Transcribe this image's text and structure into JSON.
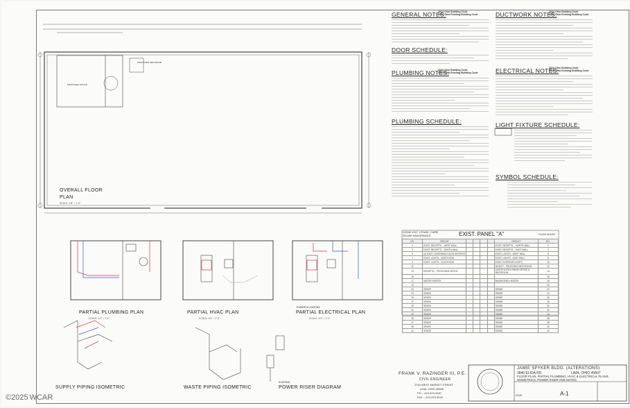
{
  "general_notes": {
    "title": "GENERAL NOTES:",
    "code": "2024 Ohio Building Code\n2024 Ohio Existing Building Code"
  },
  "door_schedule": {
    "title": "DOOR SCHEDULE:"
  },
  "plumbing_notes": {
    "title": "PLUMBING NOTES:",
    "code": "2024 Ohio Building Code\n2024 Ohio Existing Building Code"
  },
  "plumbing_schedule": {
    "title": "PLUMBING SCHEDULE:"
  },
  "ductwork_notes": {
    "title": "DUCTWORK NOTES:",
    "code": "2024 Ohio Building Code\n2024 Ohio Existing Building Code"
  },
  "electrical_notes": {
    "title": "ELECTRICAL NOTES:",
    "code": "2024 Ohio Building Code\n2024 Ohio Existing Building Code"
  },
  "light_fixture_schedule": {
    "title": "LIGHT FIXTURE SCHEDULE:"
  },
  "symbol_schedule": {
    "title": "SYMBOL SCHEDULE:"
  },
  "panel": {
    "title": "EXIST. PANEL \"A\"",
    "voltage": "120/240 VOLT, 1 PHASE, 3 WIRE",
    "main": "200 AMP MAIN BREAKER",
    "mount": "FLUSH MOUNT",
    "col_no": "NO.",
    "col_circuit": "CIRCUIT",
    "rows_left": [
      "EXIST. RECEPTS. - WEST WALL",
      "EXIST. RECEPTS. - SOUTH WALL",
      "(2) EXIST. OVERHEAD DOOR HEATERS",
      "EXIST. LIGHTS - NORTH END",
      "EXIST. LIGHTS - SOUTH END",
      "",
      "RECEPTS. - PROPOSED OFFICE",
      "",
      "WATER HEATER",
      "",
      "SPARE",
      "SPARE",
      "SPARE",
      "SPARE",
      "SPARE",
      "SPARE",
      "SPARE",
      "SPARE",
      "SPARE",
      "SPARE",
      "SPARE"
    ],
    "rows_right": [
      "EXIST. RECEPTS. - NORTH WALL",
      "EXIST. RECEPTS. - EAST WALL",
      "EXIST. LIGHTS - WEST WALL",
      "EXIST. LIGHTS - EAST WALL",
      "EXIST. EXTERIOR LIGHTS",
      "MODIFY - PROPOSED RESTROOM",
      "LIGHTS & EXH. FAN IN OFFICE & RESTROOM",
      "",
      "BASEBOARD HEATER",
      "",
      "SPARE",
      "SPARE",
      "SPARE",
      "SPARE",
      "SPARE",
      "SPARE",
      "SPARE",
      "SPARE",
      "SPARE",
      "SPARE",
      "SPARE"
    ]
  },
  "drawings": {
    "floor_plan": {
      "title": "OVERALL FLOOR PLAN",
      "scale": "SCALE: 1/8\" = 1'-0\""
    },
    "partial_plumbing": {
      "title": "PARTIAL PLUMBING PLAN",
      "scale": "SCALE: 1/4\" = 1'-0\""
    },
    "partial_hvac": {
      "title": "PARTIAL HVAC PLAN",
      "scale": "SCALE: 1/4\" = 1'-0\""
    },
    "partial_electrical": {
      "pre": "POWER & LIGHTING",
      "title": "PARTIAL ELECTRICAL PLAN",
      "scale": "SCALE: 1/4\" = 1'-0\""
    },
    "supply_isometric": {
      "title": "SUPPLY PIPING ISOMETRIC"
    },
    "waste_isometric": {
      "title": "WASTE PIPING ISOMETRIC"
    },
    "riser": {
      "pre": "EXISTING",
      "title": "POWER RISER DIAGRAM"
    },
    "room_office": "PROPOSED OFFICE",
    "room_restroom": "PROPOSED RESTROOM"
  },
  "engineer": {
    "name": "FRANK V. RAZINGER III, P.E.",
    "title": "CIVIL ENGINEER",
    "address": "2754 WEST MARKET STREET",
    "city": "LIMA, OHIO 45805",
    "phone": "PH – 419-223-3187",
    "fax": "FAX – 419-223-3244"
  },
  "title_block": {
    "project": "JAMIE SPYKER BLDG. (ALTERATIONS)",
    "address": "3840 ELIDA RD.",
    "city": "LIMA, OHIO 45807",
    "description": "FLOOR PLAN, PARTIAL PLUMBING, HVAC & ELECTRICAL PLANS, ISOMETRICS, POWER RISER AND NOTES",
    "sheet": "A-1",
    "year": "2025"
  },
  "watermark": {
    "year": "©2025",
    "org": "WCAR"
  },
  "colors": {
    "redline": "#c83a3a",
    "blueline": "#3a56c8"
  }
}
